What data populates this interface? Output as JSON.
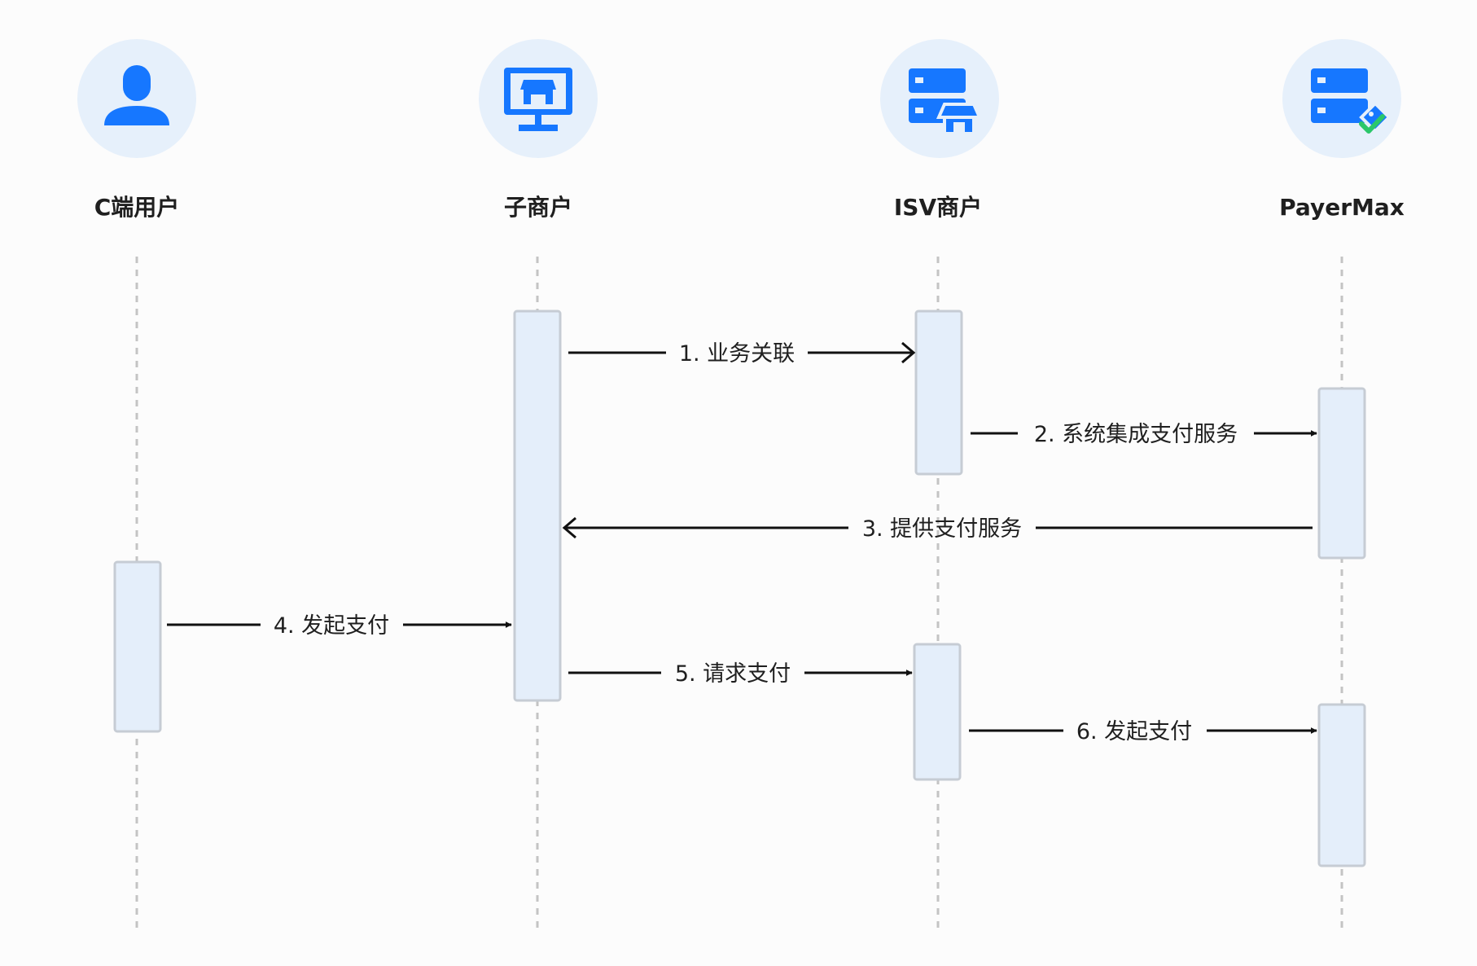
{
  "colors": {
    "icon_blue": "#1677ff",
    "icon_circle": "#e6f0fb",
    "activation_fill": "#e4eefa",
    "activation_stroke": "#c6ccd4",
    "check_green": "#2bc76a"
  },
  "actors": [
    {
      "id": "c_user",
      "name": "C端用户",
      "icon": "user-icon"
    },
    {
      "id": "sub_merchant",
      "name": "子商户",
      "icon": "monitor-store-icon"
    },
    {
      "id": "isv_merchant",
      "name": "ISV商户",
      "icon": "server-store-icon"
    },
    {
      "id": "payermax",
      "name": "PayerMax",
      "icon": "server-check-icon"
    }
  ],
  "messages": [
    {
      "label": "1. 业务关联",
      "from": "sub_merchant",
      "to": "isv_merchant",
      "arrowhead": "open"
    },
    {
      "label": "2. 系统集成支付服务",
      "from": "isv_merchant",
      "to": "payermax",
      "arrowhead": "filled"
    },
    {
      "label": "3. 提供支付服务",
      "from": "payermax",
      "to": "sub_merchant",
      "arrowhead": "open"
    },
    {
      "label": "4. 发起支付",
      "from": "c_user",
      "to": "sub_merchant",
      "arrowhead": "filled"
    },
    {
      "label": "5. 请求支付",
      "from": "sub_merchant",
      "to": "isv_merchant",
      "arrowhead": "filled"
    },
    {
      "label": "6. 发起支付",
      "from": "isv_merchant",
      "to": "payermax",
      "arrowhead": "filled"
    }
  ]
}
